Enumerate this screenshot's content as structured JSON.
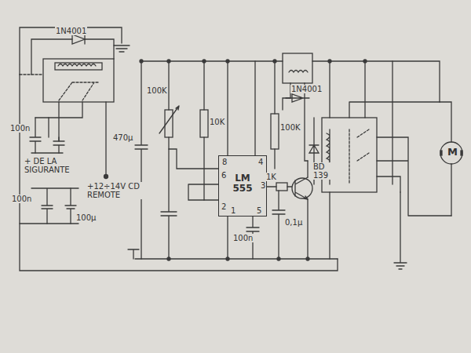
{
  "diagram": {
    "nodes": [
      {
        "text": [
          "LM 555"
        ]
      }
    ],
    "labels": [
      "1N4001",
      "100n",
      "100n",
      "100µ",
      "+ DE LA SIGURANTE",
      "+12÷14V CD REMOTE",
      "470µ",
      "100K",
      "10K",
      "100K",
      "1N4001",
      "1K",
      "BD 139",
      "0,1µ",
      "100n",
      "8",
      "4",
      "6",
      "3",
      "2",
      "1",
      "5",
      "M"
    ]
  }
}
